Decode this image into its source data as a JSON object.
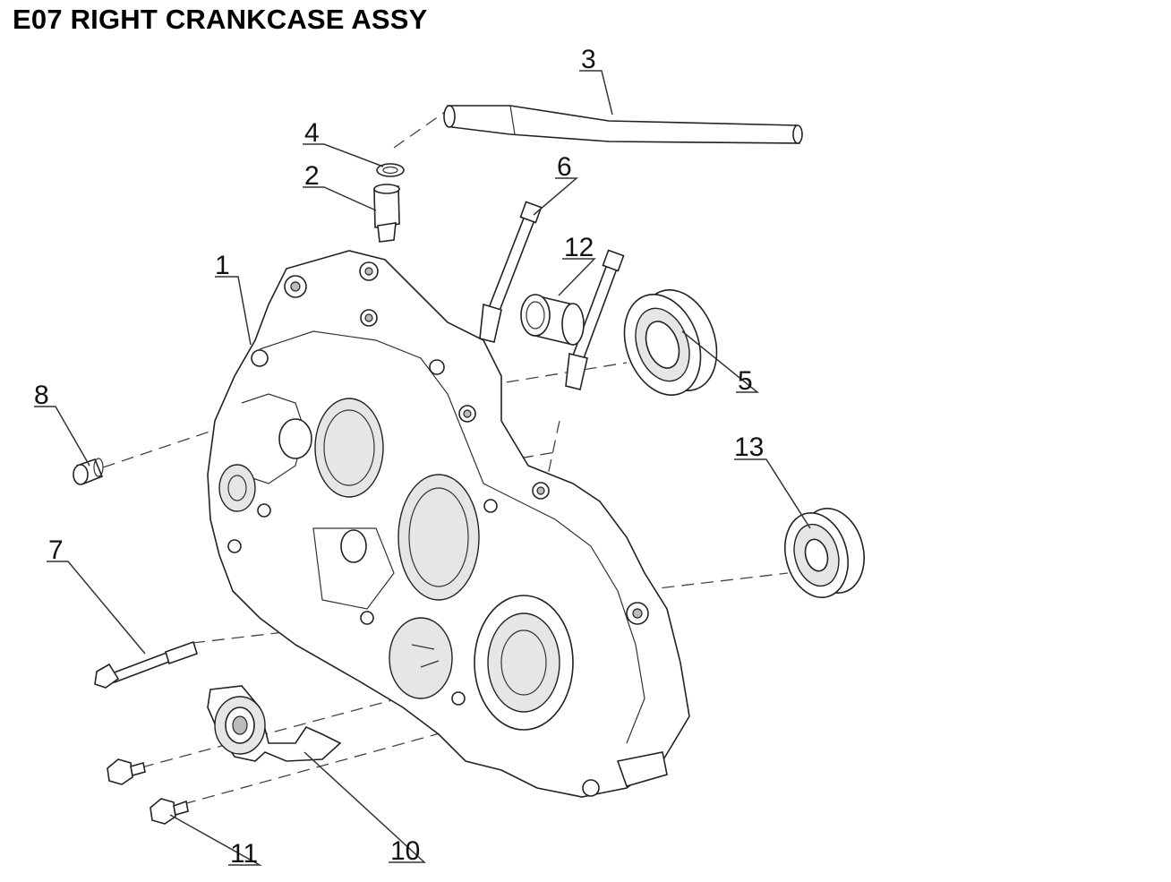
{
  "title": "E07 RIGHT CRANKCASE ASSY",
  "callouts": [
    {
      "id": "1",
      "text": "1"
    },
    {
      "id": "2",
      "text": "2"
    },
    {
      "id": "3",
      "text": "3"
    },
    {
      "id": "4",
      "text": "4"
    },
    {
      "id": "5",
      "text": "5"
    },
    {
      "id": "6",
      "text": "6"
    },
    {
      "id": "7",
      "text": "7"
    },
    {
      "id": "8",
      "text": "8"
    },
    {
      "id": "10",
      "text": "10"
    },
    {
      "id": "11",
      "text": "11"
    },
    {
      "id": "12",
      "text": "12"
    },
    {
      "id": "13",
      "text": "13"
    }
  ]
}
